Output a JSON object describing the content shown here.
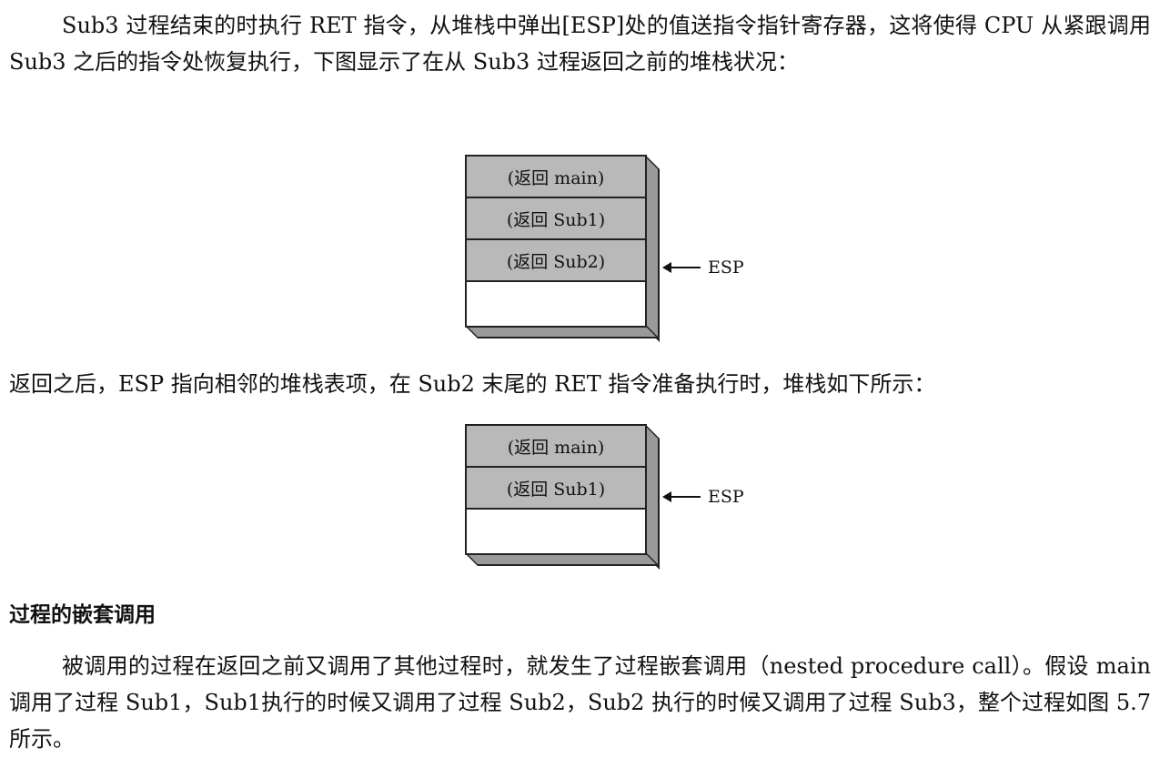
{
  "paragraph1": "Sub3 过程结束的时执行 RET 指令，从堆栈中弹出[ESP]处的值送指令指针寄存器，这将使得 CPU 从紧跟调用 Sub3 之后的指令处恢复执行，下图显示了在从 Sub3 过程返回之前的堆栈状况：",
  "stack1": {
    "rows": [
      "(返回 main)",
      "(返回 Sub1)",
      "(返回 Sub2)"
    ],
    "pointer_label": "ESP"
  },
  "paragraph2": "返回之后，ESP 指向相邻的堆栈表项，在 Sub2 末尾的 RET 指令准备执行时，堆栈如下所示：",
  "stack2": {
    "rows": [
      "(返回 main)",
      "(返回 Sub1)"
    ],
    "pointer_label": "ESP"
  },
  "section_heading": "过程的嵌套调用",
  "paragraph3": "被调用的过程在返回之前又调用了其他过程时，就发生了过程嵌套调用（nested procedure call）。假设 main 调用了过程 Sub1，Sub1执行的时候又调用了过程 Sub2，Sub2 执行的时候又调用了过程 Sub3，整个过程如图 5.7 所示。"
}
